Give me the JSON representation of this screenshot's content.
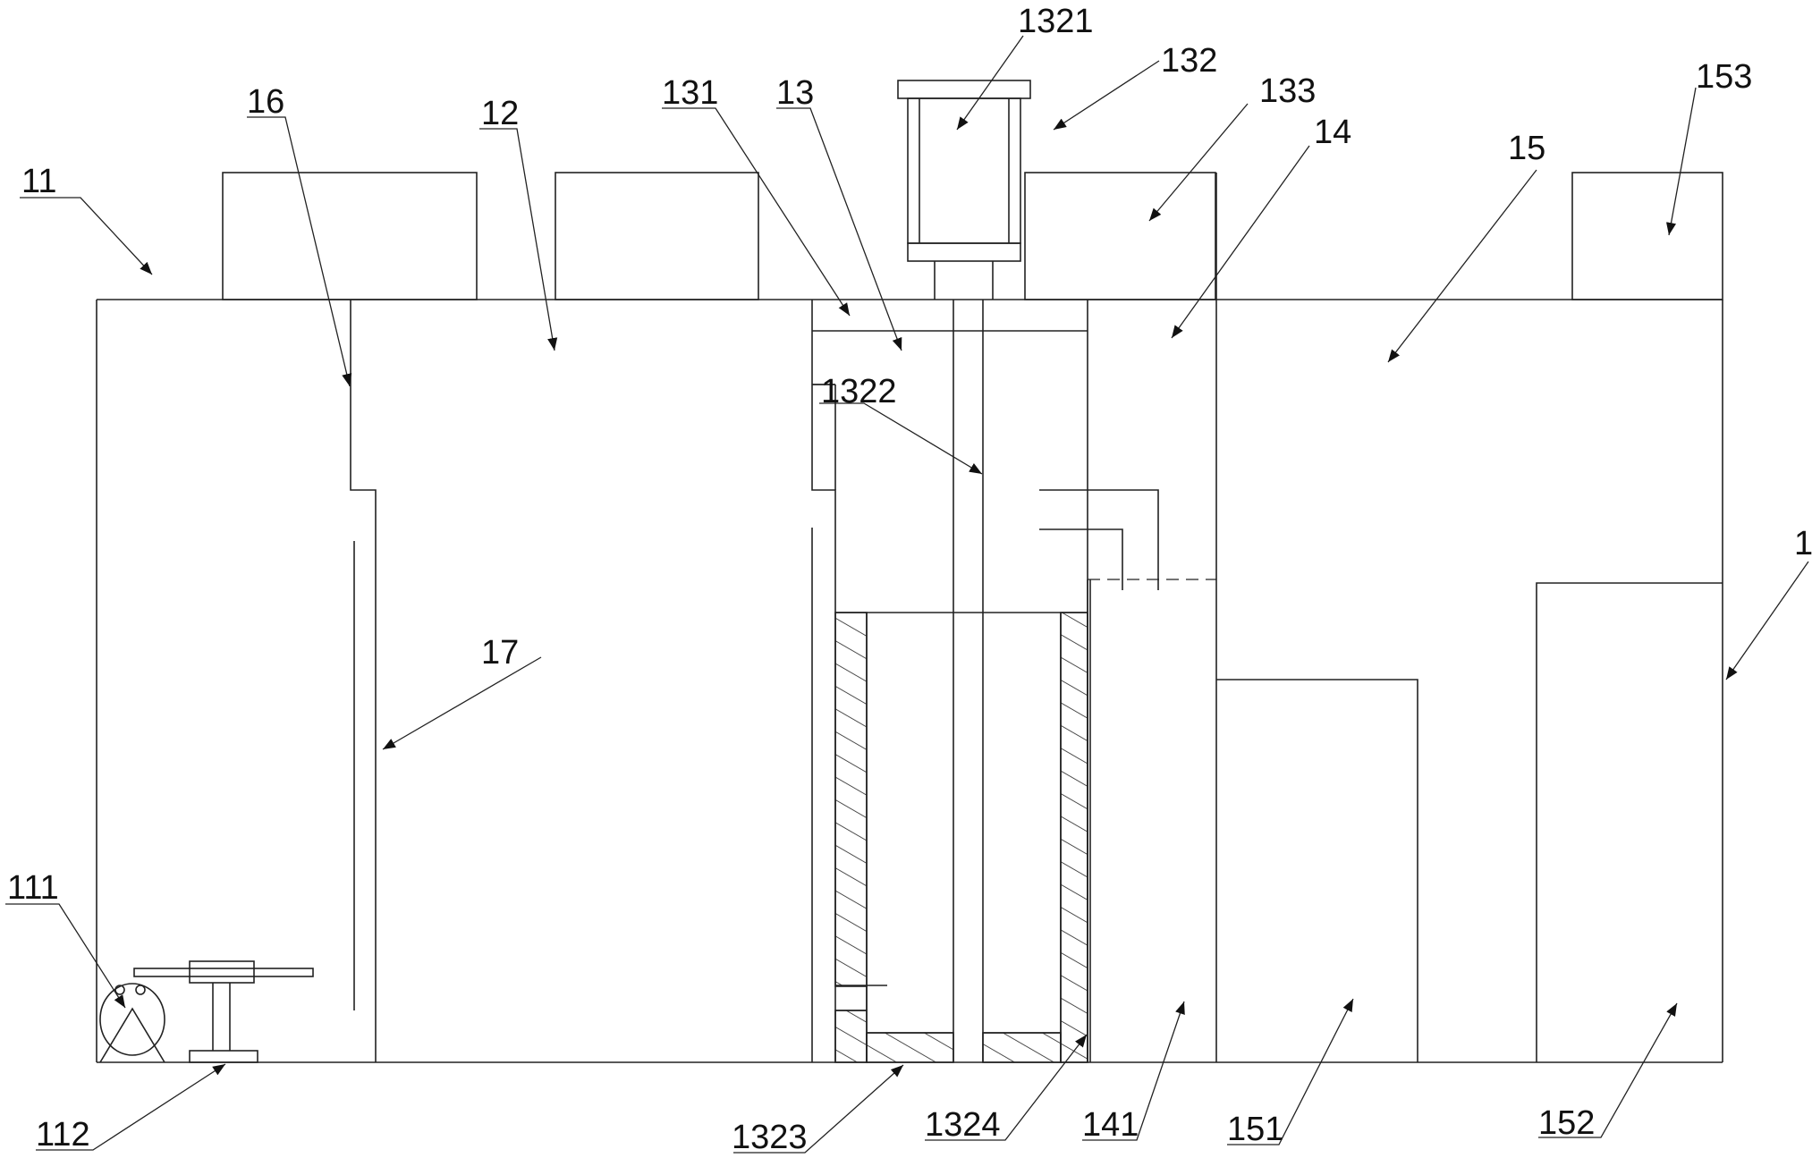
{
  "diagram": {
    "labels": {
      "l1": "1",
      "l11": "11",
      "l12": "12",
      "l13": "13",
      "l14": "14",
      "l15": "15",
      "l16": "16",
      "l17": "17",
      "l111": "111",
      "l112": "112",
      "l131": "131",
      "l132": "132",
      "l133": "133",
      "l141": "141",
      "l151": "151",
      "l152": "152",
      "l153": "153",
      "l1321": "1321",
      "l1322": "1322",
      "l1323": "1323",
      "l1324": "1324"
    }
  }
}
